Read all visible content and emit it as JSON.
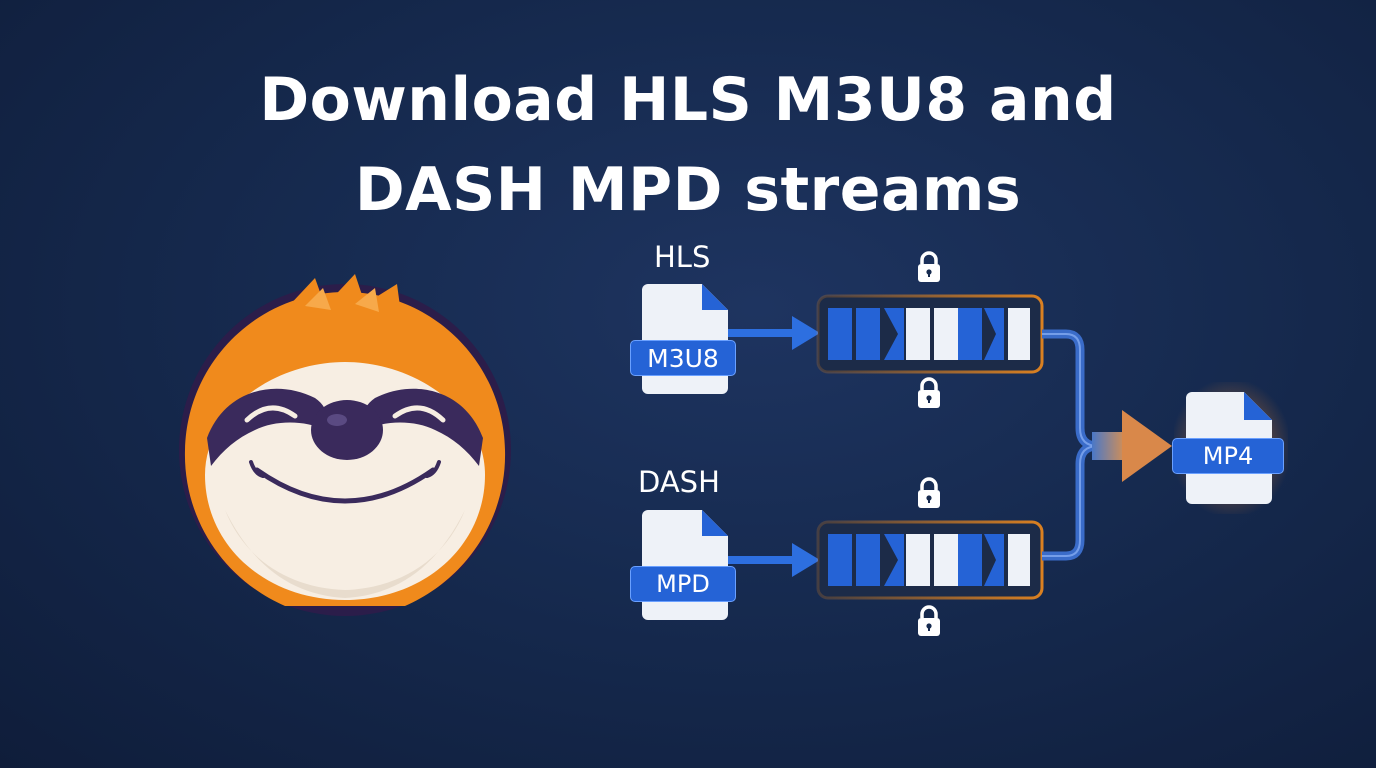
{
  "title": {
    "line1": "Download HLS M3U8 and",
    "line2": "DASH MPD streams"
  },
  "streams": [
    {
      "label": "HLS",
      "file_badge": "M3U8"
    },
    {
      "label": "DASH",
      "file_badge": "MPD"
    }
  ],
  "output": {
    "file_badge": "MP4"
  },
  "logo": {
    "description_icon": "sloth-face-logo"
  },
  "colors": {
    "background": "#162a4f",
    "accent_blue": "#2563d6",
    "accent_orange": "#f08a1c",
    "file_white": "#eef2f8"
  }
}
